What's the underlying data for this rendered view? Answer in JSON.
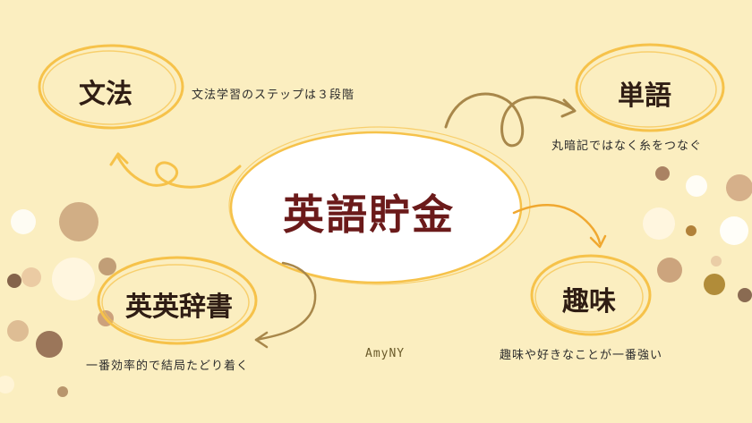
{
  "center": {
    "title": "英語貯金"
  },
  "nodes": [
    {
      "id": "grammar",
      "title": "文法",
      "note": "文法学習のステップは３段階"
    },
    {
      "id": "vocabulary",
      "title": "単語",
      "note": "丸暗記ではなく糸をつなぐ"
    },
    {
      "id": "dictionary",
      "title": "英英辞書",
      "note": "一番効率的で結局たどり着く"
    },
    {
      "id": "hobby",
      "title": "趣味",
      "note": "趣味や好きなことが一番強い"
    }
  ],
  "signature": "AmyNY",
  "colors": {
    "background": "#fbeec0",
    "circle_outline": "#f6c24a",
    "center_text": "#6b1a1a",
    "node_text": "#2f1d14",
    "arrow_brown": "#a8874a",
    "arrow_yellow": "#f6c24a",
    "arrow_orange": "#f0a830"
  }
}
